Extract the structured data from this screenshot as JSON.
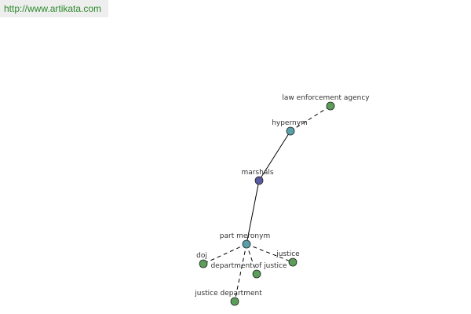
{
  "banner": {
    "url": "http://www.artikata.com"
  },
  "colors": {
    "hub": "#5a5aa0",
    "relation": "#5aa0a8",
    "leaf": "#5a9e5a",
    "edge": "#000000",
    "node_stroke": "#222222"
  },
  "graph": {
    "nodes": [
      {
        "id": "marshals",
        "label": "marshals",
        "kind": "hub"
      },
      {
        "id": "hypernym",
        "label": "hypernym",
        "kind": "relation"
      },
      {
        "id": "law",
        "label": "law enforcement agency",
        "kind": "leaf"
      },
      {
        "id": "partmeronym",
        "label": "part meronym",
        "kind": "relation"
      },
      {
        "id": "doj",
        "label": "doj",
        "kind": "leaf"
      },
      {
        "id": "doj2",
        "label": "department of justice",
        "kind": "leaf"
      },
      {
        "id": "justice",
        "label": "justice",
        "kind": "leaf"
      },
      {
        "id": "justicedept",
        "label": "justice department",
        "kind": "leaf"
      }
    ],
    "edges": [
      {
        "from": "marshals",
        "to": "hypernym",
        "style": "solid"
      },
      {
        "from": "hypernym",
        "to": "law",
        "style": "dashed"
      },
      {
        "from": "marshals",
        "to": "partmeronym",
        "style": "solid"
      },
      {
        "from": "partmeronym",
        "to": "doj",
        "style": "dashed"
      },
      {
        "from": "partmeronym",
        "to": "doj2",
        "style": "dashed"
      },
      {
        "from": "partmeronym",
        "to": "justice",
        "style": "dashed"
      },
      {
        "from": "partmeronym",
        "to": "justicedept",
        "style": "dashed"
      }
    ]
  }
}
